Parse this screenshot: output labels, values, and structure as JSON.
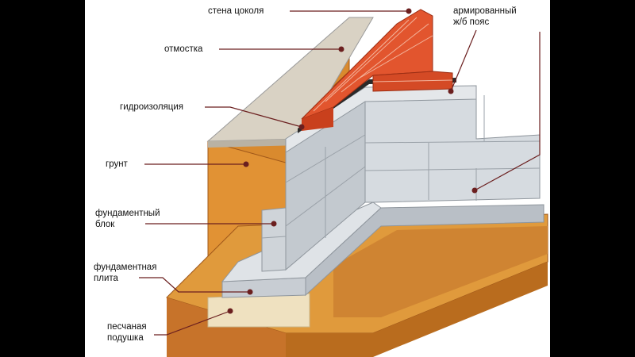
{
  "labels": {
    "plinth_wall": "стена цоколя",
    "blind_area": "отмостка",
    "waterproofing": "гидроизоляция",
    "soil": "грунт",
    "block": "фундаментный\nблок",
    "slab": "фундаментная\nплита",
    "sand": "песчаная\nподушка",
    "belt": "армированный\nж/б пояс"
  },
  "colors": {
    "background": "#000000",
    "canvas": "#ffffff",
    "soil": "#d98a2e",
    "soil_dark": "#b96c1e",
    "concrete": "#d6dbe0",
    "concrete_dark": "#b5bcc3",
    "brick": "#e2552e",
    "sand": "#efe1c0",
    "leader": "#6b1f1f"
  }
}
